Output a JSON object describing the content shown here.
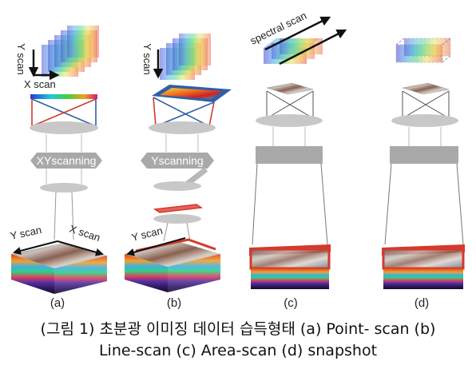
{
  "labels": {
    "y_scan_a": "Y scan",
    "x_scan_a": "X scan",
    "y_scan_b": "Y scan",
    "spectral_scan": "spectral scan",
    "xyscanning": "XYscanning",
    "yscanning": "Yscanning",
    "y_scan_bottom_a": "Y scan",
    "x_scan_bottom_a": "X scan",
    "y_scan_bottom_b": "Y scan"
  },
  "panels": [
    {
      "id": "a",
      "label": "(a)"
    },
    {
      "id": "b",
      "label": "(b)"
    },
    {
      "id": "c",
      "label": "(c)"
    },
    {
      "id": "d",
      "label": "(d)"
    }
  ],
  "caption": {
    "line1": "(그림 1) 초분광 이미징 데이터 습득형태 (a) Point- scan (b)",
    "line2": "Line-scan (c) Area-scan (d) snapshot"
  },
  "colors": {
    "lens": "#c8c8c8",
    "rail": "#a9a9a9",
    "frame_red": "#d33a2c",
    "frame_blue": "#2f5fa8",
    "arrow": "#111111"
  }
}
